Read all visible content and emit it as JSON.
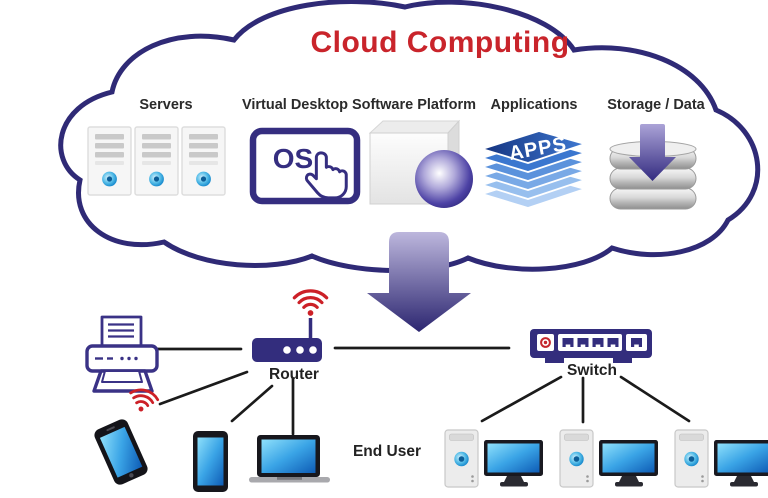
{
  "title": "Cloud Computing",
  "cloud_services": [
    {
      "label": "Servers",
      "icon": "server-rack-icon"
    },
    {
      "label": "Virtual Desktop",
      "icon": "os-monitor-icon",
      "icon_text": "OS"
    },
    {
      "label": "Software Platform",
      "icon": "software-box-icon"
    },
    {
      "label": "Applications",
      "icon": "apps-stack-icon",
      "icon_text": "APPS"
    },
    {
      "label": "Storage / Data",
      "icon": "database-download-icon"
    }
  ],
  "network": {
    "router": {
      "label": "Router",
      "icon": "router-icon"
    },
    "switch": {
      "label": "Switch",
      "icon": "network-switch-icon"
    },
    "end_user": {
      "label": "End User"
    },
    "devices": [
      "printer",
      "smartphone",
      "tablet",
      "laptop",
      "desktop-pc",
      "desktop-pc",
      "desktop-pc"
    ]
  },
  "colors": {
    "cloud_outline": "#2f2a76",
    "title_red": "#c9242b",
    "wifi_red": "#cc2027",
    "device_navy": "#332d7d",
    "screen_blue": "#2f9de0",
    "line_black": "#1b1b1b"
  }
}
